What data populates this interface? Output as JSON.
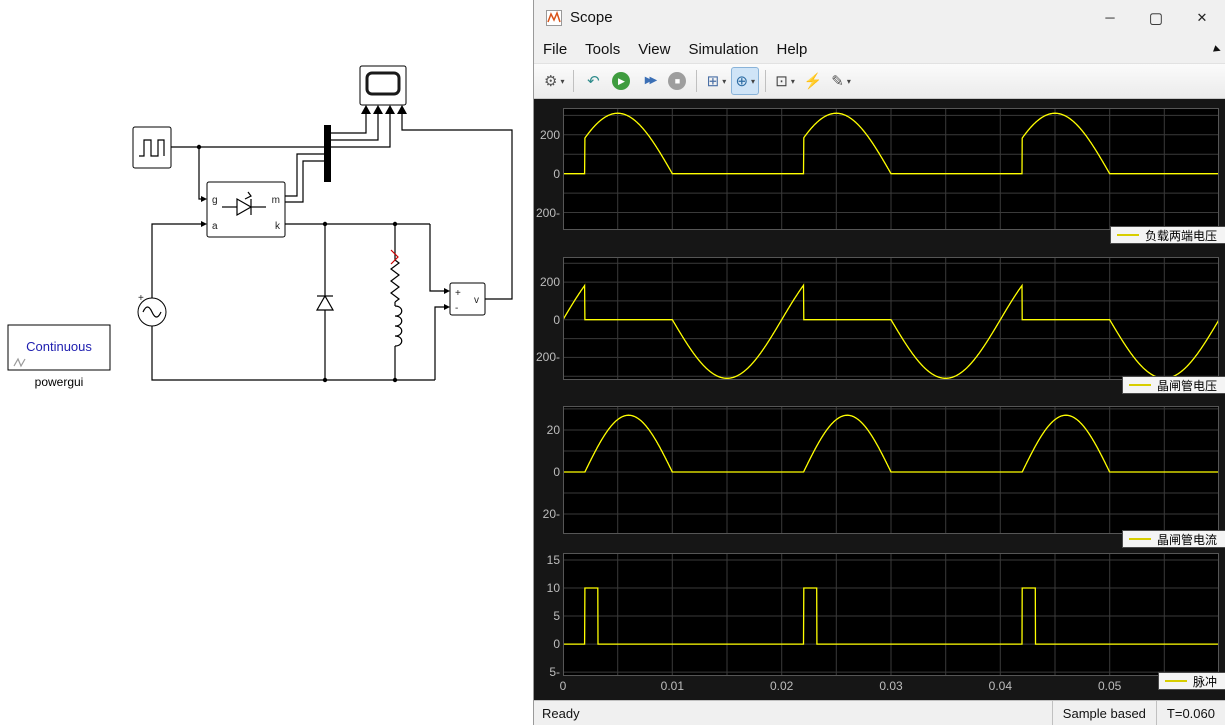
{
  "window": {
    "title": "Scope",
    "menus": [
      "File",
      "Tools",
      "View",
      "Simulation",
      "Help"
    ],
    "status": {
      "ready": "Ready",
      "sample": "Sample based",
      "time": "T=0.060"
    }
  },
  "toolbar": {
    "buttons": [
      {
        "kind": "btn",
        "name": "settings",
        "glyph": "⚙",
        "color": "#555555",
        "dropdown": true
      },
      {
        "kind": "sep"
      },
      {
        "kind": "btn",
        "name": "highlight-source",
        "glyph": "↶",
        "color": "#2e8b8b",
        "dropdown": false
      },
      {
        "kind": "btn",
        "name": "run",
        "glyph": "▶",
        "color": "#ffffff",
        "circle": "#3f9c3f",
        "dropdown": false
      },
      {
        "kind": "btn",
        "name": "step-forward",
        "glyph": "▶▶",
        "color": "#3b6fb5",
        "dropdown": false
      },
      {
        "kind": "btn",
        "name": "stop",
        "glyph": "■",
        "color": "#ffffff",
        "circle": "#9e9e9e",
        "dropdown": false
      },
      {
        "kind": "sep"
      },
      {
        "kind": "btn",
        "name": "layout",
        "glyph": "⊞",
        "color": "#4a6fa5",
        "dropdown": true
      },
      {
        "kind": "btn",
        "name": "cursor-measurements",
        "glyph": "⊕",
        "color": "#2e6da4",
        "dropdown": true,
        "active": true
      },
      {
        "kind": "sep"
      },
      {
        "kind": "btn",
        "name": "span-zoom",
        "glyph": "⊡",
        "color": "#444444",
        "dropdown": true
      },
      {
        "kind": "btn",
        "name": "trigger",
        "glyph": "⚡",
        "color": "#333333",
        "dropdown": false
      },
      {
        "kind": "btn",
        "name": "style-brush",
        "glyph": "✎",
        "color": "#555555",
        "dropdown": true
      }
    ]
  },
  "diagram": {
    "powergui_title": "Continuous",
    "powergui_label": "powergui",
    "thyristor_ports": {
      "g": "g",
      "m": "m",
      "a": "a",
      "k": "k"
    },
    "vm": {
      "plus": "+",
      "minus": "-",
      "out": "v"
    },
    "source_plus": "+"
  },
  "x_axis": {
    "xlim": [
      0,
      0.06
    ],
    "xgrid_step": 0.005,
    "xticks": [
      0,
      0.01,
      0.02,
      0.03,
      0.04,
      0.05
    ],
    "tick_labels": [
      "0",
      "0.01",
      "0.02",
      "0.03",
      "0.04",
      "0.05"
    ]
  },
  "chart_data": [
    {
      "type": "line",
      "legend": "负载两端电压",
      "ylim": [
        -290,
        338
      ],
      "yticks": [
        200,
        0,
        -200
      ],
      "ygrid_step": 100,
      "trace_color": "#ffff00",
      "signal": {
        "kind": "load_voltage",
        "amplitude": 311,
        "frequency": 50,
        "fire_time": 0.002
      }
    },
    {
      "type": "line",
      "legend": "晶闸管电压",
      "ylim": [
        -320,
        333
      ],
      "yticks": [
        200,
        0,
        -200
      ],
      "ygrid_step": 100,
      "trace_color": "#ffff00",
      "signal": {
        "kind": "thyristor_voltage",
        "amplitude": 311,
        "frequency": 50,
        "fire_time": 0.002
      }
    },
    {
      "type": "line",
      "legend": "晶闸管电流",
      "ylim": [
        -29.5,
        31.4
      ],
      "yticks": [
        20,
        0,
        -20
      ],
      "ygrid_step": 10,
      "trace_color": "#ffff00",
      "signal": {
        "kind": "thyristor_current",
        "amplitude": 27,
        "frequency": 50,
        "fire_time": 0.002
      }
    },
    {
      "type": "line",
      "legend": "脉冲",
      "ylim": [
        -5.7,
        16.25
      ],
      "yticks": [
        15,
        10,
        5,
        0,
        -5
      ],
      "ygrid_step": 5,
      "trace_color": "#ffff00",
      "signal": {
        "kind": "pulse_train",
        "amplitude": 10,
        "period": 0.02,
        "start": 0.002,
        "width": 0.0012
      }
    }
  ]
}
